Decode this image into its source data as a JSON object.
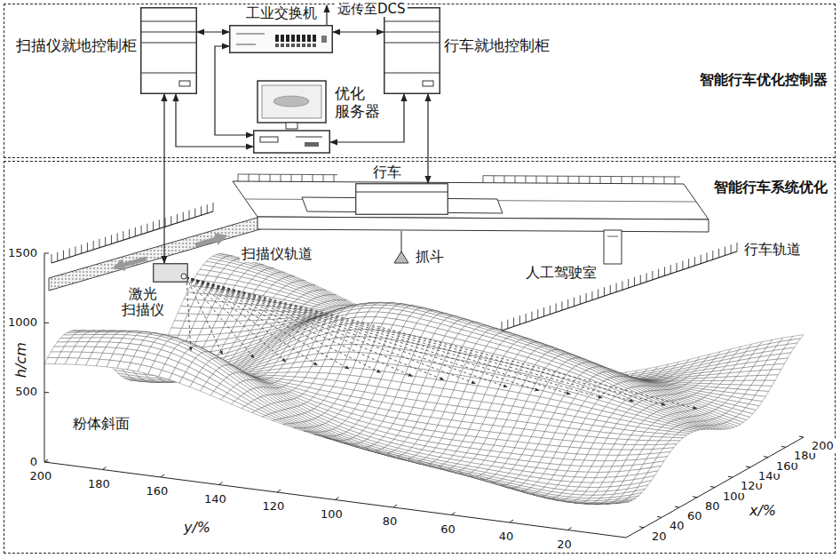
{
  "diagram": {
    "nodes": [
      {
        "text": [
          "智能行车优化控制器"
        ]
      },
      {
        "text": [
          "扫描仪就地控制柜"
        ],
        "in": 0
      },
      {
        "text": [
          "工业交换机"
        ],
        "in": 0
      },
      {
        "text": [
          "行车就地控制柜"
        ],
        "in": 0
      },
      {
        "text": [
          "优化 服务器"
        ],
        "in": 0
      },
      {
        "text": [
          "智能行车系统优化"
        ]
      },
      {
        "text": [
          "行车"
        ],
        "in": 5
      },
      {
        "text": [
          "激光 扫描仪"
        ],
        "in": 5
      }
    ],
    "edges": [
      {
        "from": 1,
        "to": 2,
        "arrow": "both"
      },
      {
        "from": 2,
        "to": 3,
        "arrow": "both"
      },
      {
        "from": 2,
        "to": 4,
        "arrow": "both"
      },
      {
        "from": 1,
        "to": 4,
        "arrow": "both"
      },
      {
        "from": 3,
        "to": 4,
        "arrow": "both"
      },
      {
        "from": 1,
        "to": 7,
        "arrow": "both"
      },
      {
        "from": 3,
        "to": 6,
        "arrow": "both"
      }
    ],
    "labels": [
      "远传至DCS",
      "扫描仪轨道",
      "抓斗",
      "人工驾驶室",
      "行车轨道",
      "h/cm",
      "1500",
      "1000",
      "500",
      "0",
      "200",
      "180",
      "160",
      "140",
      "120",
      "100",
      "80",
      "60",
      "40",
      "20",
      "y/%",
      "20",
      "40",
      "60",
      "80",
      "100",
      "120",
      "140",
      "160",
      "180",
      "200",
      "x/%",
      "粉体斜面"
    ]
  }
}
